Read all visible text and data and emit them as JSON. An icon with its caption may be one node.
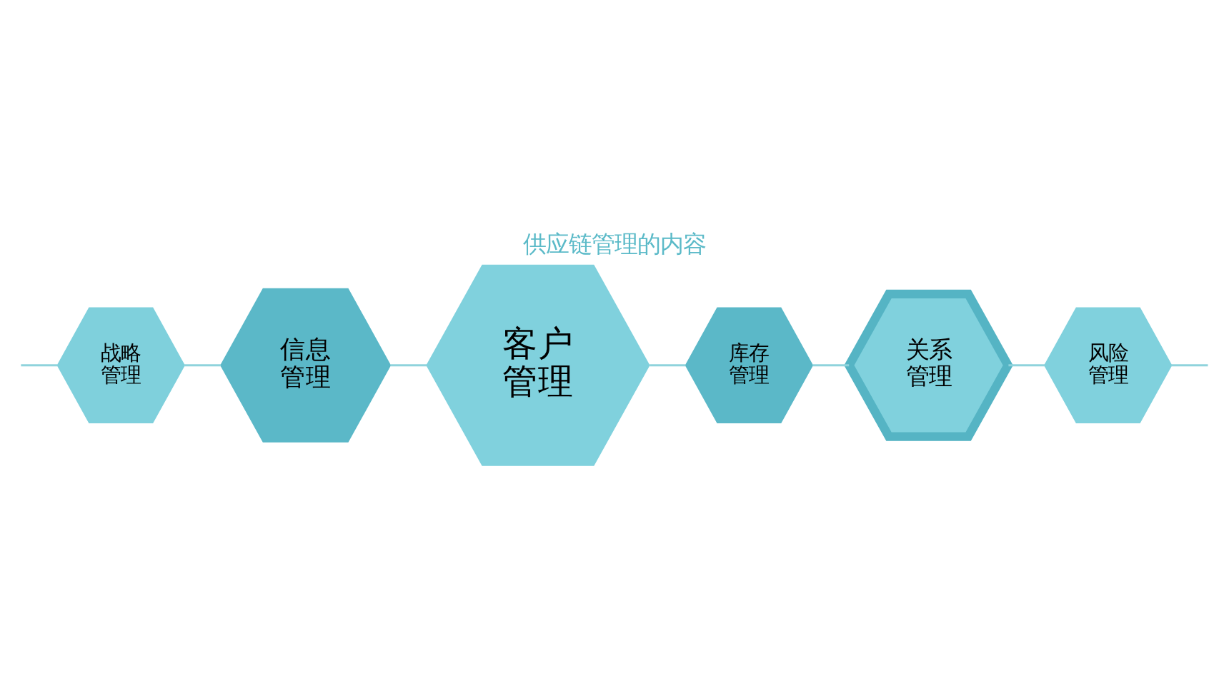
{
  "diagram": {
    "title": "供应链管理的内容",
    "nodes": [
      {
        "text": [
          "战略管理"
        ]
      },
      {
        "text": [
          "信息管理"
        ]
      },
      {
        "text": [
          "客户管理"
        ]
      },
      {
        "text": [
          "库存管理"
        ]
      },
      {
        "text": [
          "关系管理"
        ]
      },
      {
        "text": [
          "风险管理"
        ]
      }
    ],
    "edges": [
      {
        "from": null,
        "to": 0,
        "arrow": "none"
      },
      {
        "from": 0,
        "to": 1,
        "arrow": "none"
      },
      {
        "from": 1,
        "to": 2,
        "arrow": "none"
      },
      {
        "from": 2,
        "to": 3,
        "arrow": "none"
      },
      {
        "from": 3,
        "to": 4,
        "arrow": "none"
      },
      {
        "from": 4,
        "to": 5,
        "arrow": "none"
      },
      {
        "from": 5,
        "to": null,
        "arrow": "none"
      }
    ]
  }
}
